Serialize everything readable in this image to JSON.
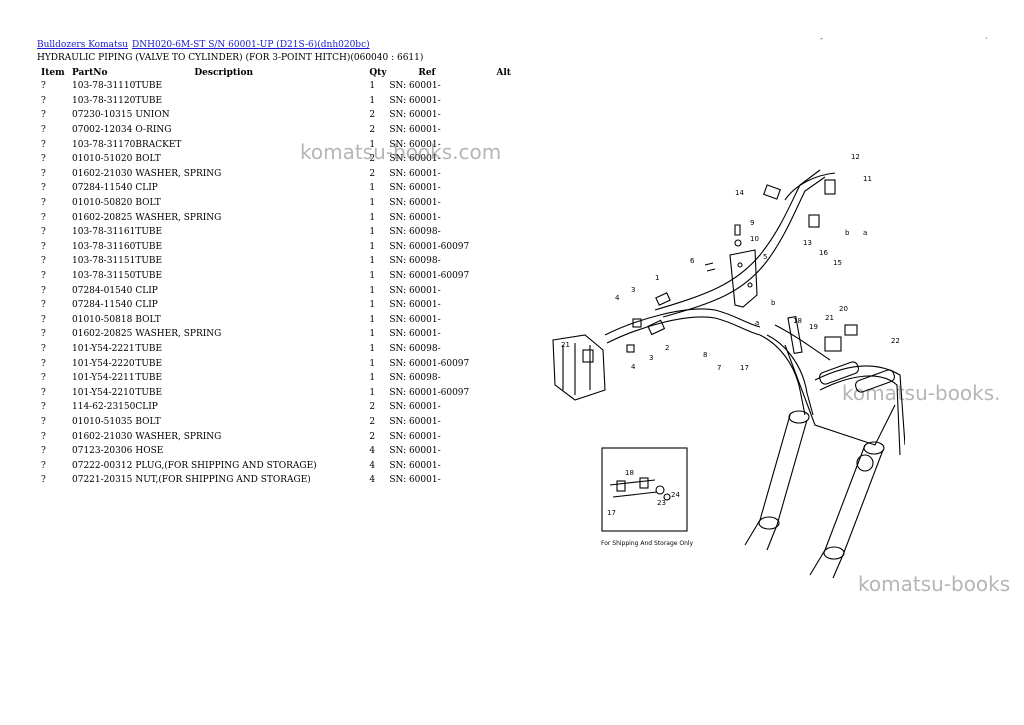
{
  "breadcrumb": {
    "link1": "Bulldozers Komatsu",
    "link2": "DNH020-6M-ST S/N 60001-UP (D21S-6)(dnh020bc)"
  },
  "title": "HYDRAULIC PIPING (VALVE TO CYLINDER) (FOR 3-POINT HITCH)(060040 : 6611)",
  "table": {
    "headers": [
      "Item",
      "PartNo",
      "Description",
      "Qty",
      "Ref",
      "Alt"
    ],
    "rows": [
      [
        "?",
        "103-78-31110",
        "TUBE",
        "1",
        "SN: 60001-",
        ""
      ],
      [
        "?",
        "103-78-31120",
        "TUBE",
        "1",
        "SN: 60001-",
        ""
      ],
      [
        "?",
        "07230-10315",
        "UNION",
        "2",
        "SN: 60001-",
        ""
      ],
      [
        "?",
        "07002-12034",
        "O-RING",
        "2",
        "SN: 60001-",
        ""
      ],
      [
        "?",
        "103-78-31170",
        "BRACKET",
        "1",
        "SN: 60001-",
        ""
      ],
      [
        "?",
        "01010-51020",
        "BOLT",
        "2",
        "SN: 60001-",
        ""
      ],
      [
        "?",
        "01602-21030",
        "WASHER, SPRING",
        "2",
        "SN: 60001-",
        ""
      ],
      [
        "?",
        "07284-11540",
        "CLIP",
        "1",
        "SN: 60001-",
        ""
      ],
      [
        "?",
        "01010-50820",
        "BOLT",
        "1",
        "SN: 60001-",
        ""
      ],
      [
        "?",
        "01602-20825",
        "WASHER, SPRING",
        "1",
        "SN: 60001-",
        ""
      ],
      [
        "?",
        "103-78-31161",
        "TUBE",
        "1",
        "SN: 60098-",
        ""
      ],
      [
        "?",
        "103-78-31160",
        "TUBE",
        "1",
        "SN: 60001-60097",
        ""
      ],
      [
        "?",
        "103-78-31151",
        "TUBE",
        "1",
        "SN: 60098-",
        ""
      ],
      [
        "?",
        "103-78-31150",
        "TUBE",
        "1",
        "SN: 60001-60097",
        ""
      ],
      [
        "?",
        "07284-01540",
        "CLIP",
        "1",
        "SN: 60001-",
        ""
      ],
      [
        "?",
        "07284-11540",
        "CLIP",
        "1",
        "SN: 60001-",
        ""
      ],
      [
        "?",
        "01010-50818",
        "BOLT",
        "1",
        "SN: 60001-",
        ""
      ],
      [
        "?",
        "01602-20825",
        "WASHER, SPRING",
        "1",
        "SN: 60001-",
        ""
      ],
      [
        "?",
        "101-Y54-2221",
        "TUBE",
        "1",
        "SN: 60098-",
        ""
      ],
      [
        "?",
        "101-Y54-2220",
        "TUBE",
        "1",
        "SN: 60001-60097",
        ""
      ],
      [
        "?",
        "101-Y54-2211",
        "TUBE",
        "1",
        "SN: 60098-",
        ""
      ],
      [
        "?",
        "101-Y54-2210",
        "TUBE",
        "1",
        "SN: 60001-60097",
        ""
      ],
      [
        "?",
        "114-62-23150",
        "CLIP",
        "2",
        "SN: 60001-",
        ""
      ],
      [
        "?",
        "01010-51035",
        "BOLT",
        "2",
        "SN: 60001-",
        ""
      ],
      [
        "?",
        "01602-21030",
        "WASHER, SPRING",
        "2",
        "SN: 60001-",
        ""
      ],
      [
        "?",
        "07123-20306",
        "HOSE",
        "4",
        "SN: 60001-",
        ""
      ],
      [
        "?",
        "07222-00312",
        "PLUG,(FOR SHIPPING AND STORAGE)",
        "4",
        "SN: 60001-",
        ""
      ],
      [
        "?",
        "07221-20315",
        "NUT,(FOR SHIPPING AND STORAGE)",
        "4",
        "SN: 60001-",
        ""
      ]
    ]
  },
  "watermarks": [
    "komatsu-books.com",
    "komatsu-books.",
    "komatsu-books"
  ],
  "diagram": {
    "callouts": [
      "1",
      "2",
      "3",
      "4",
      "5",
      "6",
      "7",
      "8",
      "9",
      "10",
      "11",
      "12",
      "13",
      "14",
      "15",
      "16",
      "17",
      "18",
      "19",
      "20",
      "21",
      "22",
      "23",
      "24",
      "a",
      "b"
    ],
    "inset_caption": "For Shipping And Storage Only"
  },
  "colors": {
    "link": "#1a1ad0",
    "watermark": "#787878"
  }
}
